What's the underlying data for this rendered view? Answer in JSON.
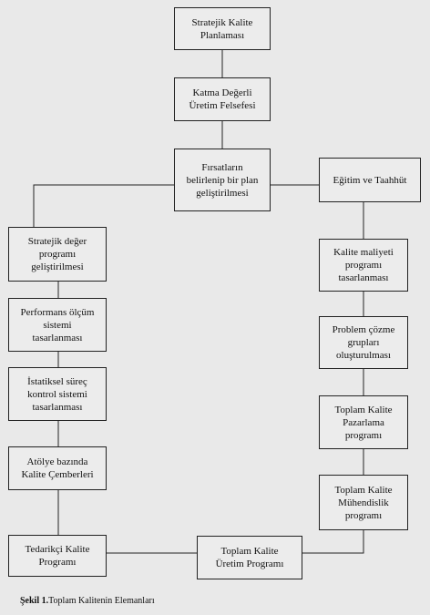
{
  "diagram": {
    "nodes": {
      "n1": "Stratejik Kalite\nPlanlaması",
      "n2": "Katma Değerli\nÜretim Felsefesi",
      "n3": "Fırsatların\nbelirlenip bir plan\ngeliştirilmesi",
      "n4": "Eğitim ve Taahhüt",
      "n5": "Stratejik değer\nprogramı\ngeliştirilmesi",
      "n6": "Performans ölçüm\nsistemi\ntasarlanması",
      "n7": "İstatiksel süreç\nkontrol sistemi\ntasarlanması",
      "n8": "Atölye bazında\nKalite Çemberleri",
      "n9": "Tedarikçi Kalite\nProgramı",
      "n10": "Toplam Kalite\nÜretim Programı",
      "n11": "Kalite maliyeti\nprogramı\ntasarlanması",
      "n12": "Problem çözme\ngrupları\noluşturulması",
      "n13": "Toplam Kalite\nPazarlama\nprogramı",
      "n14": "Toplam Kalite\nMühendislik\nprogramı"
    },
    "edges": [
      [
        "n1",
        "n2"
      ],
      [
        "n2",
        "n3"
      ],
      [
        "n3",
        "n4"
      ],
      [
        "n3",
        "n5"
      ],
      [
        "n5",
        "n6"
      ],
      [
        "n6",
        "n7"
      ],
      [
        "n7",
        "n8"
      ],
      [
        "n8",
        "n9"
      ],
      [
        "n9",
        "n10"
      ],
      [
        "n4",
        "n11"
      ],
      [
        "n11",
        "n12"
      ],
      [
        "n12",
        "n13"
      ],
      [
        "n13",
        "n14"
      ],
      [
        "n14",
        "n10"
      ]
    ]
  },
  "caption": {
    "label": "Şekil 1.",
    "text": "Toplam Kalitenin Elemanları"
  }
}
